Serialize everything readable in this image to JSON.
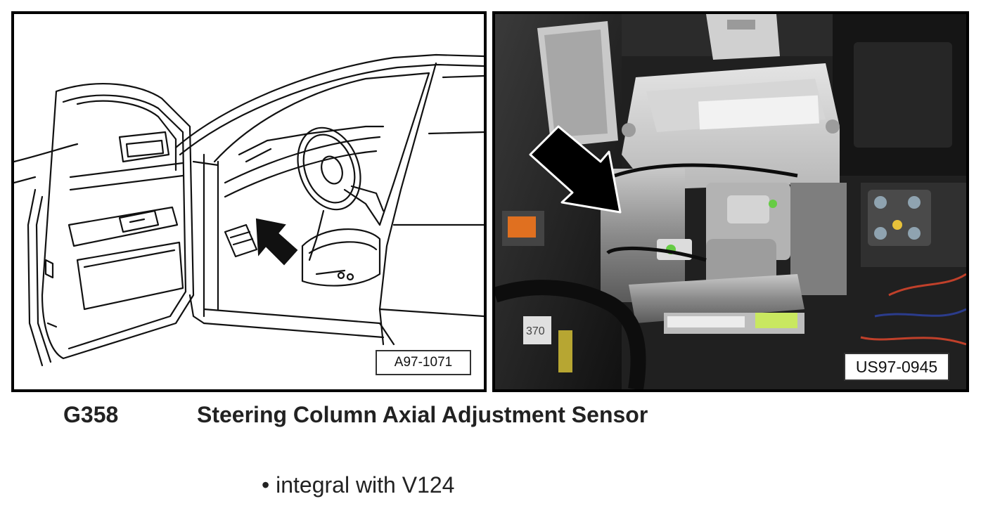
{
  "figures": {
    "left": {
      "label": "A97-1071"
    },
    "right": {
      "label": "US97-0945",
      "part_labels": [
        "370"
      ]
    }
  },
  "component": {
    "code": "G358",
    "title": "Steering Column Axial Adjustment Sensor",
    "notes": [
      "integral with V124"
    ]
  }
}
